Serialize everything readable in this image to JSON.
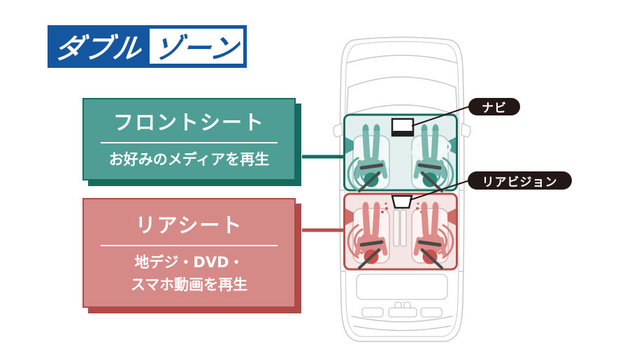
{
  "header": {
    "badge_part_blue_bg": "ダブル",
    "badge_part_white_bg": "ゾーン"
  },
  "front_card": {
    "title": "フロントシート",
    "description": "お好みのメディアを再生"
  },
  "rear_card": {
    "title": "リアシート",
    "description_line1": "地デジ・DVD・",
    "description_line2": "スマホ動画を再生"
  },
  "callouts": {
    "navi_label": "ナビ",
    "rear_vision_label": "リアビジョン"
  },
  "diagram": {
    "vehicle": "minivan-top-view",
    "zones": [
      {
        "name": "front-zone",
        "color": "#4f9e96",
        "linked_card": "front_card"
      },
      {
        "name": "rear-zone",
        "color": "#d58a88",
        "linked_card": "rear_card"
      }
    ],
    "icons": [
      "navi-unit-icon",
      "rear-vision-monitor-icon",
      "front-left-speaker-icon",
      "front-right-speaker-icon",
      "rear-left-speaker-icon",
      "rear-right-speaker-icon",
      "driver-figure",
      "front-passenger-figure",
      "rear-left-passenger-figure",
      "rear-right-passenger-figure",
      "sound-wave-arcs"
    ],
    "colors": {
      "brand_blue": "#1456a0",
      "front_zone_teal": "#4f9e96",
      "front_zone_dark_teal": "#186a5e",
      "rear_zone_pink": "#d58a88",
      "rear_zone_dark_red": "#b04b47",
      "callout_black": "#231815",
      "car_outline_gray": "#c7c7c7"
    }
  }
}
